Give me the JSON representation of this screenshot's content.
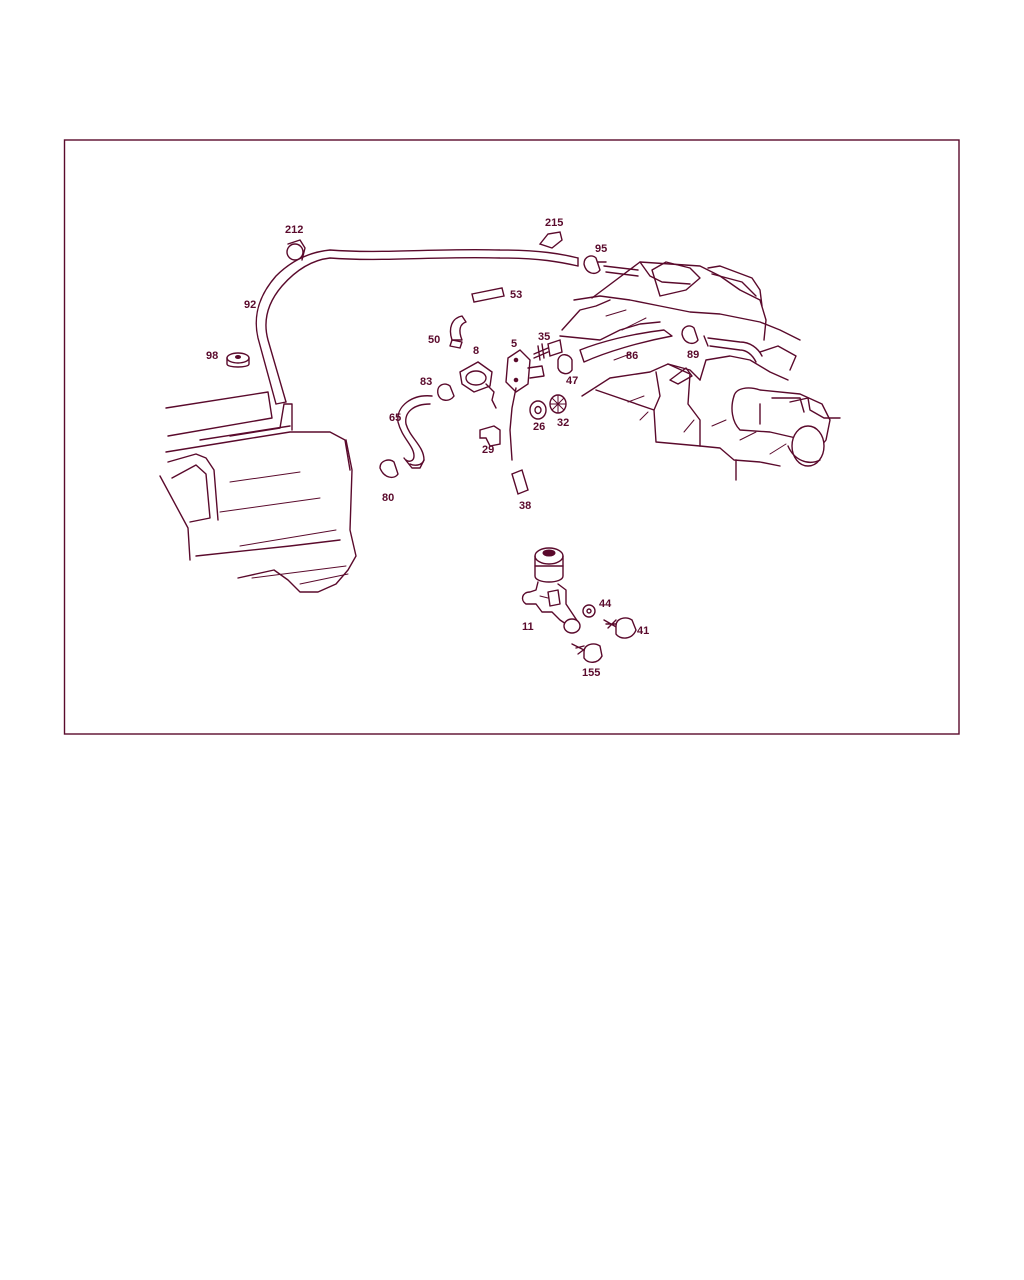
{
  "diagram": {
    "callouts": [
      "212",
      "215",
      "95",
      "92",
      "53",
      "98",
      "50",
      "8",
      "35",
      "5",
      "86",
      "89",
      "47",
      "83",
      "65",
      "26",
      "32",
      "29",
      "80",
      "38",
      "44",
      "11",
      "41",
      "155"
    ]
  }
}
